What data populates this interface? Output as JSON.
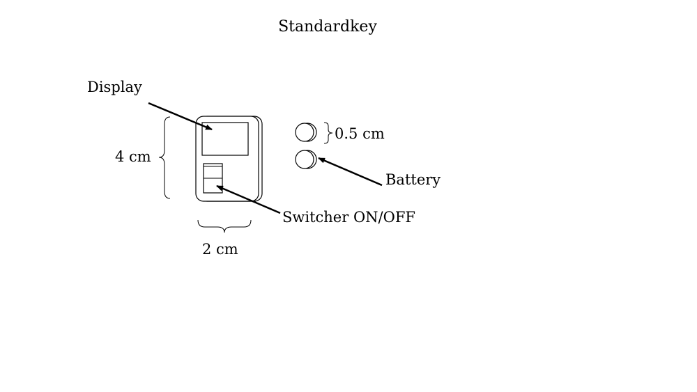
{
  "diagram": {
    "title": "Standardkey",
    "labels": {
      "display": "Display",
      "height": "4 cm",
      "width": "2 cm",
      "battery_size": "0.5 cm",
      "battery": "Battery",
      "switcher": "Switcher ON/OFF"
    },
    "colors": {
      "stroke": "#000000",
      "background": "#ffffff"
    }
  }
}
